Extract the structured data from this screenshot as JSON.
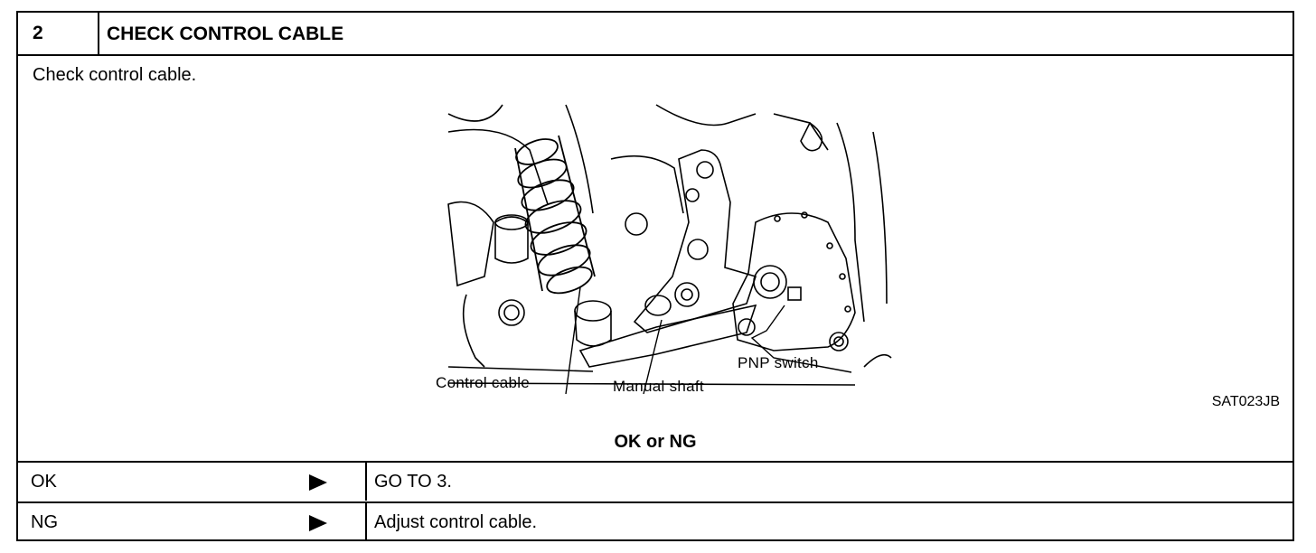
{
  "step": {
    "number": "2",
    "title": "CHECK CONTROL CABLE",
    "instruction": "Check control cable."
  },
  "figure": {
    "labels": {
      "control_cable": "Control cable",
      "manual_shaft": "Manual shaft",
      "pnp_switch": "PNP switch"
    },
    "code": "SAT023JB"
  },
  "verdict": "OK or NG",
  "results": [
    {
      "key": "OK",
      "action": "GO TO 3."
    },
    {
      "key": "NG",
      "action": "Adjust control cable."
    }
  ]
}
